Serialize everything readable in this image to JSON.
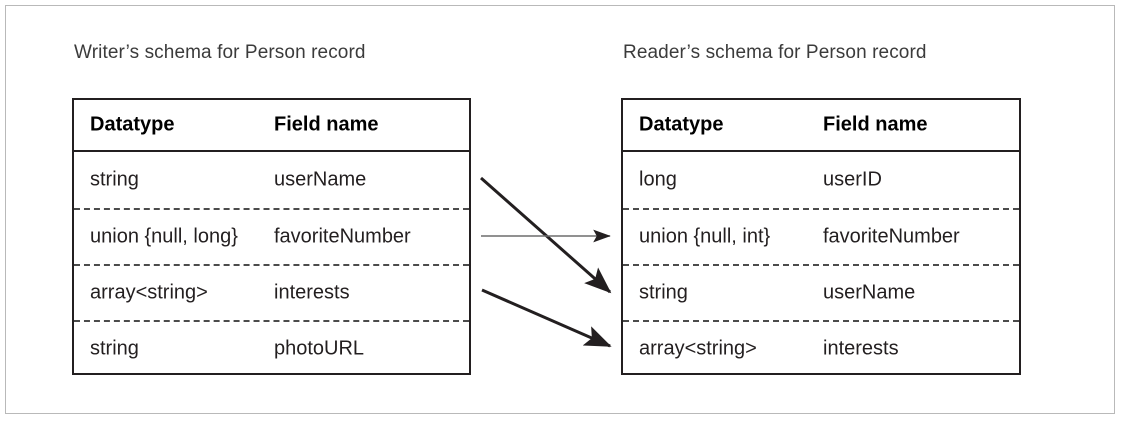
{
  "figure": {
    "writer_caption": "Writer’s schema for Person record",
    "reader_caption": "Reader’s schema for Person record",
    "border_color": "#b9b9b9",
    "line_color": "#231f20",
    "background": "#ffffff"
  },
  "columns": {
    "datatype_header": "Datatype",
    "fieldname_header": "Field name"
  },
  "writer_schema": {
    "title": "Writer’s schema for Person record",
    "rows": [
      {
        "datatype": "string",
        "field": "userName"
      },
      {
        "datatype": "union {null, long}",
        "field": "favoriteNumber"
      },
      {
        "datatype": "array<string>",
        "field": "interests"
      },
      {
        "datatype": "string",
        "field": "photoURL"
      }
    ]
  },
  "reader_schema": {
    "title": "Reader’s schema for Person record",
    "rows": [
      {
        "datatype": "long",
        "field": "userID"
      },
      {
        "datatype": "union {null, int}",
        "field": "favoriteNumber"
      },
      {
        "datatype": "string",
        "field": "userName"
      },
      {
        "datatype": "array<string>",
        "field": "interests"
      }
    ]
  },
  "mappings": [
    {
      "name": "username-mapping",
      "from_field": "userName",
      "to_field": "userName",
      "style": "diagonal-down"
    },
    {
      "name": "favoritenumber-mapping",
      "from_field": "favoriteNumber",
      "to_field": "favoriteNumber",
      "style": "horizontal"
    },
    {
      "name": "interests-mapping",
      "from_field": "interests",
      "to_field": "interests",
      "style": "diagonal-down"
    }
  ]
}
